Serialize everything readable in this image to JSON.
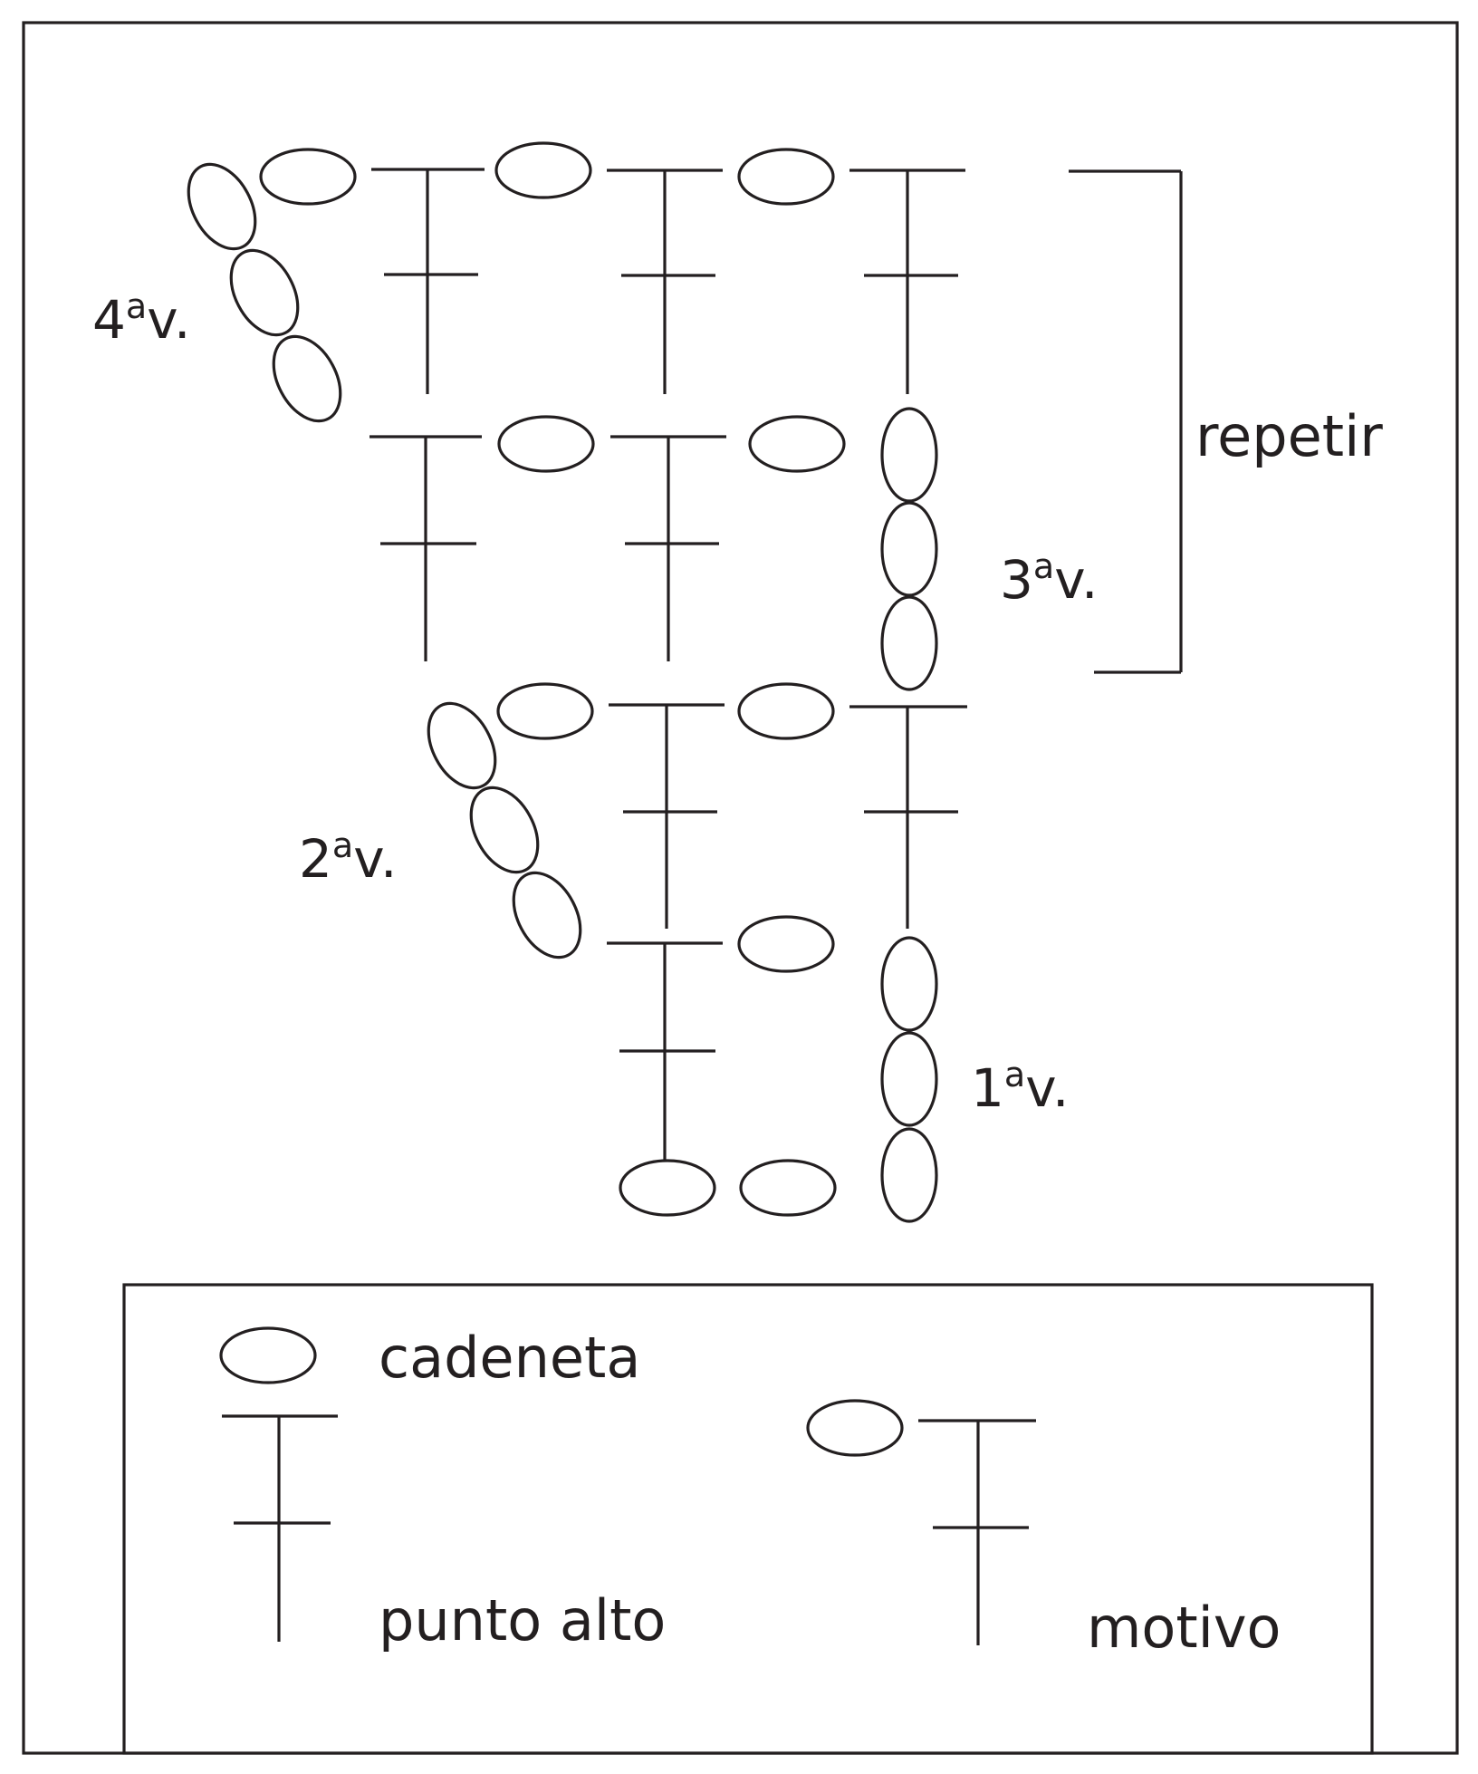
{
  "rows": [
    {
      "number": "4",
      "ordinal": "a",
      "suffix": "v."
    },
    {
      "number": "3",
      "ordinal": "a",
      "suffix": "v."
    },
    {
      "number": "2",
      "ordinal": "a",
      "suffix": "v."
    },
    {
      "number": "1",
      "ordinal": "a",
      "suffix": "v."
    }
  ],
  "repeat_label": "repetir",
  "legend": {
    "chain": "cadeneta",
    "double_crochet": "punto alto",
    "motif": "motivo"
  },
  "colors": {
    "ink": "#231f20",
    "background": "#ffffff"
  }
}
